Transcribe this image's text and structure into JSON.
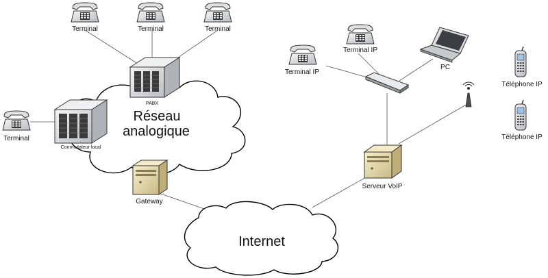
{
  "clouds": {
    "analog": {
      "line1": "Réseau",
      "line2": "analogique"
    },
    "internet": "Internet"
  },
  "labels": {
    "terminal_top_1": "Terminal",
    "terminal_top_2": "Terminal",
    "terminal_top_3": "Terminal",
    "terminal_left": "Terminal",
    "pabx": "PABX",
    "commutateur": "Commutateur local",
    "gateway": "Gateway",
    "terminal_ip_top": "Terminal IP",
    "terminal_ip_left": "Terminal IP",
    "pc": "PC",
    "serveur": "Serveur VoIP",
    "telephone_ip_1": "Téléphone IP",
    "telephone_ip_2": "Téléphone IP"
  },
  "colors": {
    "line": "#555555",
    "cloud_stroke": "#000000",
    "server_beige": "#e8dcaa",
    "device_grey": "#cfd3d6"
  }
}
